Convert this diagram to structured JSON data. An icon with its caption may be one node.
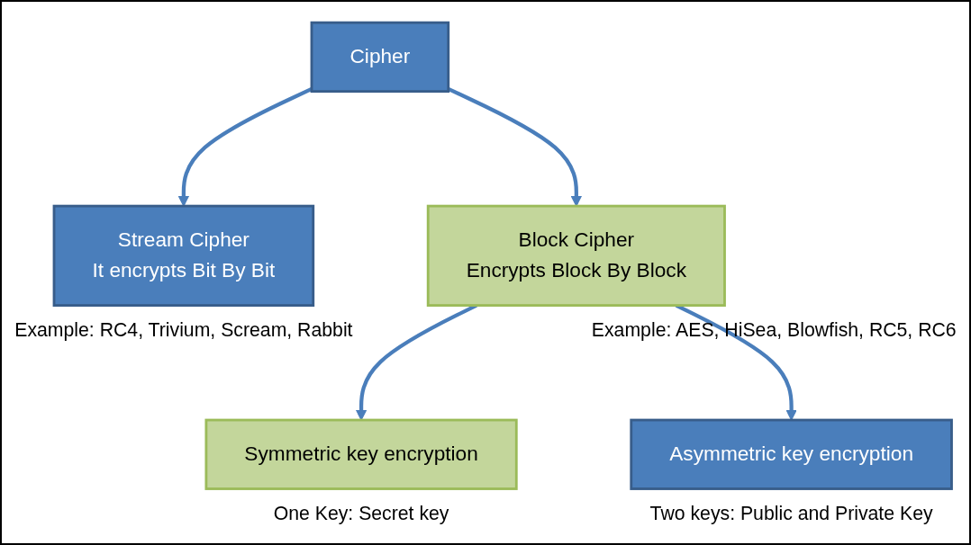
{
  "diagram": {
    "nodes": [
      {
        "text": [
          "Cipher"
        ]
      },
      {
        "text": [
          "Stream Cipher",
          "It encrypts Bit By Bit"
        ],
        "beside": [
          "Example: RC4, Trivium, Scream, Rabbit"
        ]
      },
      {
        "text": [
          "Block Cipher",
          "Encrypts Block By Block"
        ],
        "beside": [
          "Example: AES, HiSea, Blowfish, RC5, RC6"
        ]
      },
      {
        "text": [
          "Symmetric key encryption"
        ],
        "beside": [
          "One Key: Secret key"
        ]
      },
      {
        "text": [
          "Asymmetric key encryption"
        ],
        "beside": [
          "Two keys: Public and Private Key"
        ]
      }
    ],
    "edges": [
      {
        "from": 0,
        "to": 1,
        "arrow": "to"
      },
      {
        "from": 0,
        "to": 2,
        "arrow": "to"
      },
      {
        "from": 2,
        "to": 3,
        "arrow": "to"
      },
      {
        "from": 2,
        "to": 4,
        "arrow": "to"
      }
    ]
  }
}
